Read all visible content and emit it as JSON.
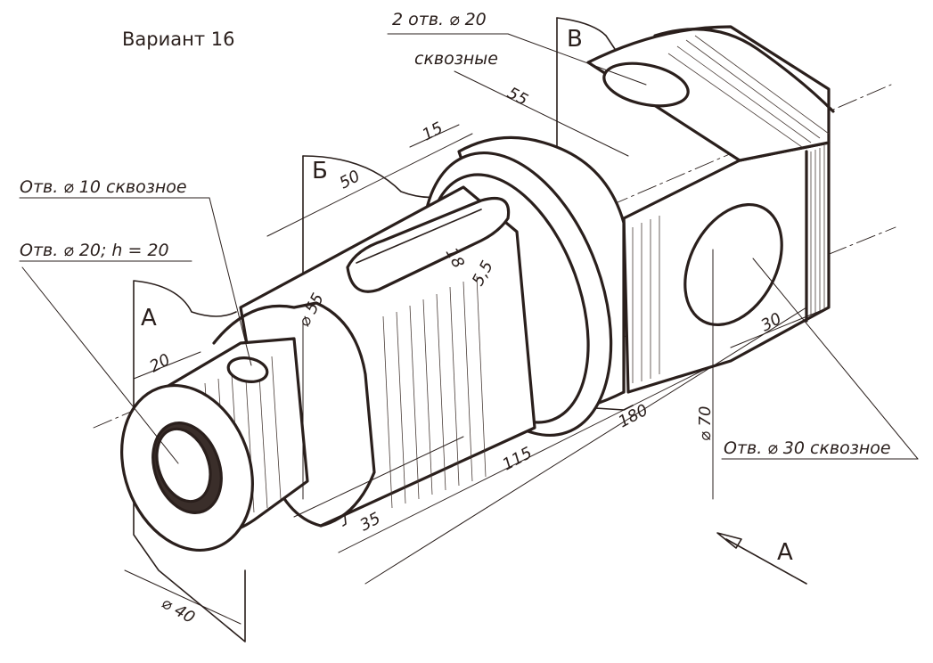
{
  "title": "Вариант 16",
  "callouts": {
    "hole_2x20_line1": "2 отв. ⌀ 20",
    "hole_2x20_line2": "сквозные",
    "hole_10": "Отв. ⌀ 10 сквозное",
    "hole_20_depth": "Отв. ⌀ 20;  h = 20",
    "hole_30": "Отв. ⌀ 30 сквозное"
  },
  "section_labels": {
    "a": "А",
    "b": "Б",
    "v": "В"
  },
  "view_arrow_label": "А",
  "dimensions": {
    "d55_top": "55",
    "d15": "15",
    "d50": "50",
    "d18": "18",
    "d5_5": "5,5",
    "dia55": "⌀ 55",
    "d20": "20",
    "dia40": "⌀ 40",
    "d35": "35",
    "d115": "115",
    "d180": "180",
    "dia70": "⌀ 70",
    "d30": "30"
  }
}
